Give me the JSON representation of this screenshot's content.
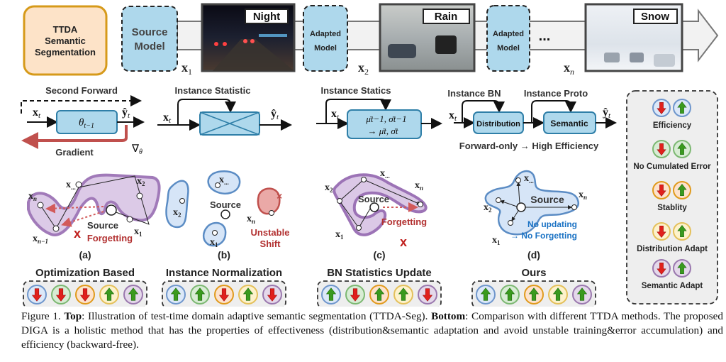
{
  "top": {
    "task_box": [
      "TTDA",
      "Semantic",
      "Segmentation"
    ],
    "source_model": [
      "Source",
      "Model"
    ],
    "adapted_model": [
      "Adapted",
      "Model"
    ],
    "domains": [
      {
        "label": "Night",
        "input": "x",
        "sub": "1"
      },
      {
        "label": "Rain",
        "input": "x",
        "sub": "2"
      },
      {
        "label": "Snow",
        "input": "x",
        "sub": "n"
      }
    ],
    "ellipsis": "...",
    "colors": {
      "task_fill": "#fde3c8",
      "task_border": "#d69a1a",
      "model_fill": "#aed8ec",
      "stream": "#f2f2f2"
    }
  },
  "pipelines": {
    "a": {
      "top_label": "Second Forward",
      "input": "x",
      "input_sub": "t",
      "box": "θ",
      "box_sub": "t−1",
      "output": "ŷ",
      "output_sub": "t",
      "grad_label": "Gradient",
      "grad_sym": "∇",
      "grad_sub": "θ"
    },
    "b": {
      "top_label": "Instance Statistic",
      "input": "x",
      "input_sub": "t",
      "output": "ŷ",
      "output_sub": "t"
    },
    "c": {
      "top_label": "Instance Statics",
      "input": "x",
      "input_sub": "t",
      "line1": "μ̄t−1, σ̄t−1",
      "line2": "→ μ̄t, σ̄t"
    },
    "d": {
      "label_bn": "Instance BN",
      "label_proto": "Instance Proto",
      "input": "x",
      "input_sub": "t",
      "box1": "Distribution",
      "box2": "Semantic",
      "output": "ŷ",
      "output_sub": "t",
      "note": "Forward-only → High Efficiency"
    }
  },
  "panels": [
    {
      "id": "a",
      "caption": "(a)",
      "title": "Optimization Based",
      "source": "Source",
      "notes": [
        "Forgetting"
      ],
      "points": [
        "x1",
        "x2",
        "x...",
        "xn",
        "xn−1"
      ],
      "properties": [
        "down",
        "down",
        "down",
        "up",
        "up"
      ]
    },
    {
      "id": "b",
      "caption": "(b)",
      "title": "Instance Normalization",
      "source": "Source",
      "notes": [
        "Unstable",
        "Shift"
      ],
      "points": [
        "x...",
        "x2",
        "x1",
        "xn"
      ],
      "properties": [
        "up",
        "up",
        "down",
        "up",
        "down"
      ]
    },
    {
      "id": "c",
      "caption": "(c)",
      "title": "BN Statistics Update",
      "source": "Source",
      "notes": [
        "Forgetting"
      ],
      "points": [
        "x2",
        "x...",
        "xn",
        "x1"
      ],
      "properties": [
        "up",
        "down",
        "up",
        "up",
        "down"
      ]
    },
    {
      "id": "d",
      "caption": "(d)",
      "title": "Ours",
      "source": "Source",
      "notes": [
        "No updating",
        "→ No Forgetting"
      ],
      "points": [
        "x...",
        "xn",
        "x2",
        "x1"
      ],
      "properties": [
        "up",
        "up",
        "up",
        "up",
        "up"
      ]
    }
  ],
  "legend": {
    "items": [
      {
        "label": "Efficiency",
        "fill": "#dce8f8",
        "stroke": "#6e96cc"
      },
      {
        "label": "No Cumulated Error",
        "fill": "#d8ecd4",
        "stroke": "#7cb872"
      },
      {
        "label": "Stablity",
        "fill": "#fde2cc",
        "stroke": "#e09a1c"
      },
      {
        "label": "Distribution Adapt",
        "fill": "#fdf2cc",
        "stroke": "#e4c05a"
      },
      {
        "label": "Semantic Adapt",
        "fill": "#e4d8ea",
        "stroke": "#9a78ae"
      }
    ]
  },
  "caption": {
    "prefix": "Figure 1. ",
    "bold1": "Top",
    "text1": ": Illustration of test-time domain adaptive semantic segmentation (TTDA-Seg). ",
    "bold2": "Bottom",
    "text2": ": Comparison with different TTDA methods. The proposed DIGA is a holistic method that has the properties of effectiveness (distribution&semantic adaptation and avoid unstable training&error accumulation) and efficiency (backward-free)."
  }
}
